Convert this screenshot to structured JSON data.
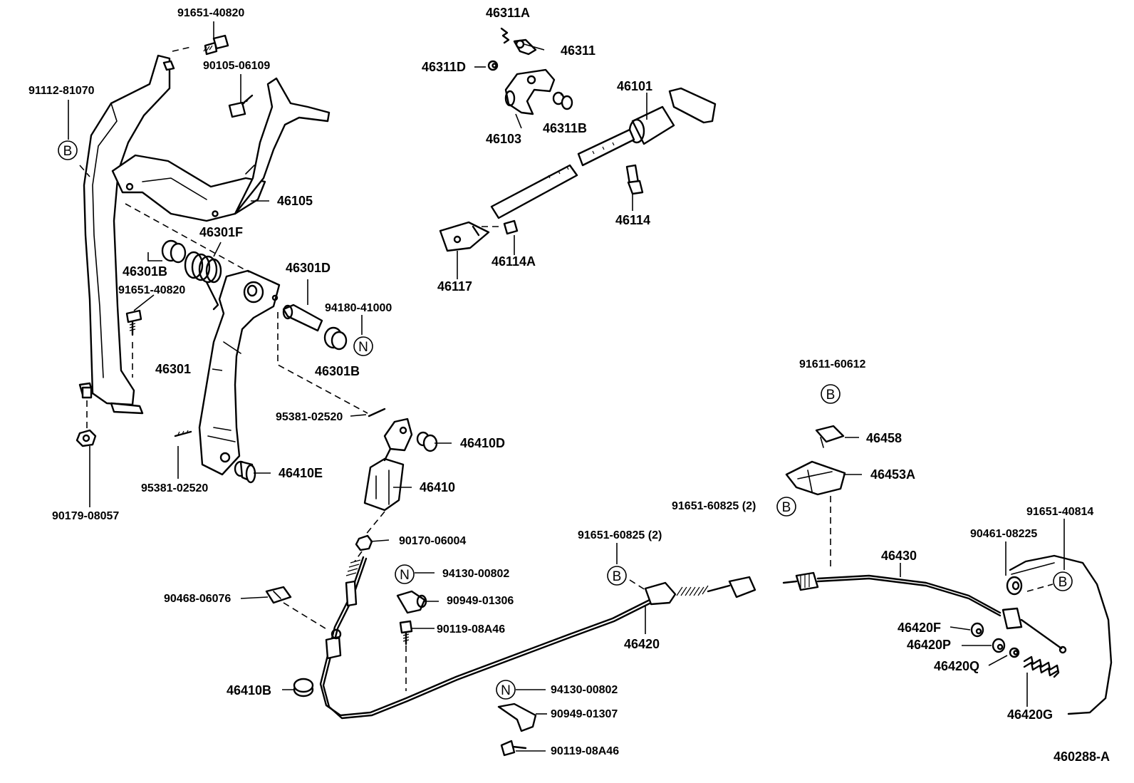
{
  "diagram_code": "460288-A",
  "reference_letters": {
    "b": "B",
    "n": "N"
  },
  "parts": {
    "p91651_40820_top": "91651-40820",
    "p90105_06109": "90105-06109",
    "p91112_81070": "91112-81070",
    "p46105": "46105",
    "p46301F": "46301F",
    "p46301B_left": "46301B",
    "p91651_40820_mid": "91651-40820",
    "p46301D": "46301D",
    "p94180_41000": "94180-41000",
    "p46301B_right": "46301B",
    "p46301": "46301",
    "p95381_02520_upper": "95381-02520",
    "p95381_02520_lower": "95381-02520",
    "p46410D": "46410D",
    "p46410E": "46410E",
    "p46410": "46410",
    "p90179_08057": "90179-08057",
    "p90170_06004": "90170-06004",
    "p94130_00802_upper": "94130-00802",
    "p90949_01306": "90949-01306",
    "p90468_06076": "90468-06076",
    "p90119_08A46_upper": "90119-08A46",
    "p46410B": "46410B",
    "p94130_00802_lower": "94130-00802",
    "p90949_01307": "90949-01307",
    "p90119_08A46_lower": "90119-08A46",
    "p46311A": "46311A",
    "p46311": "46311",
    "p46311D": "46311D",
    "p46311B": "46311B",
    "p46103": "46103",
    "p46101": "46101",
    "p46114": "46114",
    "p46114A": "46114A",
    "p46117": "46117",
    "p91611_60612": "91611-60612",
    "p46458": "46458",
    "p46453A": "46453A",
    "p91651_60825_right": "91651-60825 (2)",
    "p91651_60825_mid": "91651-60825 (2)",
    "p46430": "46430",
    "p46420": "46420",
    "p91651_40814": "91651-40814",
    "p90461_08225": "90461-08225",
    "p46420F": "46420F",
    "p46420P": "46420P",
    "p46420Q": "46420Q",
    "p46420G": "46420G"
  }
}
